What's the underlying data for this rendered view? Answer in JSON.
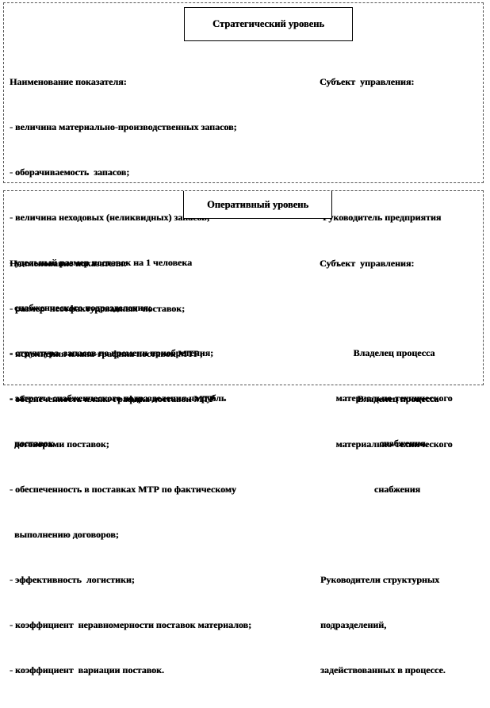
{
  "strategic": {
    "title": "Стратегический уровень",
    "indicators_header": "Наименование показателя:",
    "subject_header": "Субъект  управления:",
    "indicators": [
      "- величина материально-производственных запасов;",
      "- оборачиваемость  запасов;",
      "- величина неходовых (неликвидных) запасов;",
      "- удельный размер поставок на 1 человека",
      "  снабженческого подразделения;",
      "- структура  запасов по времени приобретения;",
      "- затраты снабженческого подразделения на рубль",
      "  поставок."
    ],
    "subjects": [
      "Руководитель предприятия",
      "Владелец процесса",
      "материально-технического",
      "снабжения."
    ]
  },
  "operative": {
    "title": "Оперативный уровень",
    "indicators_header": "Наименование показателя:",
    "subject_header": "Субъект  управления:",
    "indicators": [
      "- размер  неотфактурованных  поставок;",
      "- исполнения плана-графика поставок МТР;",
      "- обеспеченность плана-графика поставок МТР",
      "  договорами поставок;",
      "- обеспеченность в поставках МТР по фактическому",
      "  выполнению договоров;",
      "- эффективность  логистики;",
      "- коэффициент  неравномерности поставок материалов;",
      "- коэффициент  вариации поставок."
    ],
    "subjects": [
      "Владелец процесса",
      "материально-технического",
      "снабжения",
      "Руководители структурных",
      "подразделений,",
      "задействованных в процессе."
    ]
  }
}
